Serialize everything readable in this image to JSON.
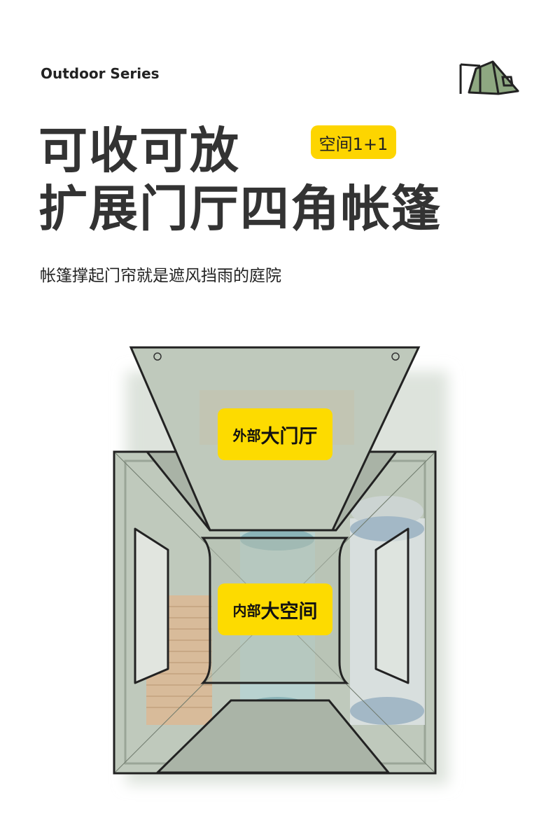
{
  "header": {
    "series": "Outdoor Series",
    "icon": "tent-icon"
  },
  "title": {
    "line1": "可收可放",
    "line2": "扩展门厅四角帐篷",
    "badge": "空间1+1"
  },
  "subtitle": "帐篷撑起门帘就是遮风挡雨的庭院",
  "diagram": {
    "outer_label": {
      "small": "外部",
      "big": "大门厅"
    },
    "inner_label": {
      "small": "内部",
      "big": "大空间"
    },
    "colors": {
      "canvas": "#bfc9bc",
      "line": "#222222",
      "label": "#fddb00"
    }
  }
}
